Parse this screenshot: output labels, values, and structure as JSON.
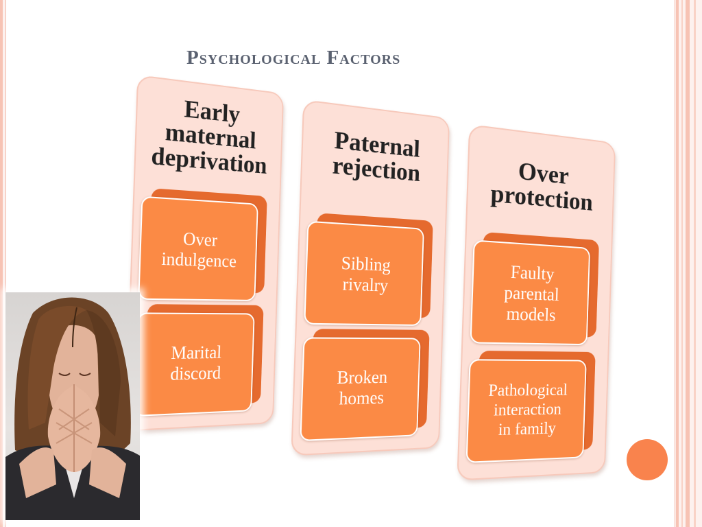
{
  "slide": {
    "title": "Psychological Factors"
  },
  "columns": [
    {
      "heading": [
        "Early",
        "maternal",
        "deprivation"
      ],
      "items": [
        {
          "lines": [
            "Over",
            "indulgence"
          ]
        },
        {
          "lines": [
            "Marital",
            "discord"
          ]
        }
      ]
    },
    {
      "heading": [
        "Paternal",
        "rejection"
      ],
      "items": [
        {
          "lines": [
            "Sibling",
            "rivalry"
          ]
        },
        {
          "lines": [
            "Broken",
            "homes"
          ]
        }
      ]
    },
    {
      "heading": [
        "Over",
        "protection"
      ],
      "items": [
        {
          "lines": [
            "Faulty",
            "parental",
            "models"
          ]
        },
        {
          "lines": [
            "Pathological",
            "interaction",
            "in family"
          ]
        }
      ]
    }
  ],
  "colors": {
    "accent": "#fb8a45",
    "panel": "#fde0d7",
    "title": "#5a6170"
  },
  "photo": {
    "icon": "stressed-woman-photo"
  }
}
